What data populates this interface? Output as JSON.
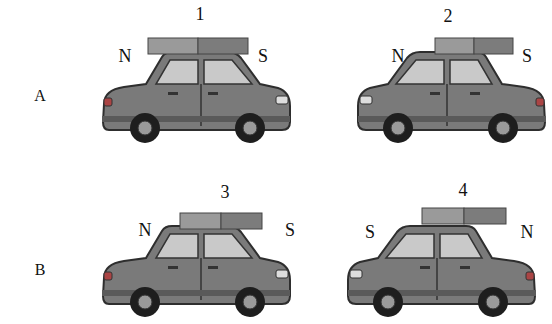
{
  "diagram": {
    "labels": [
      "1",
      "2",
      "A",
      "N",
      "S",
      "N",
      "S",
      "3",
      "4",
      "B",
      "N",
      "S",
      "S",
      "N"
    ]
  }
}
